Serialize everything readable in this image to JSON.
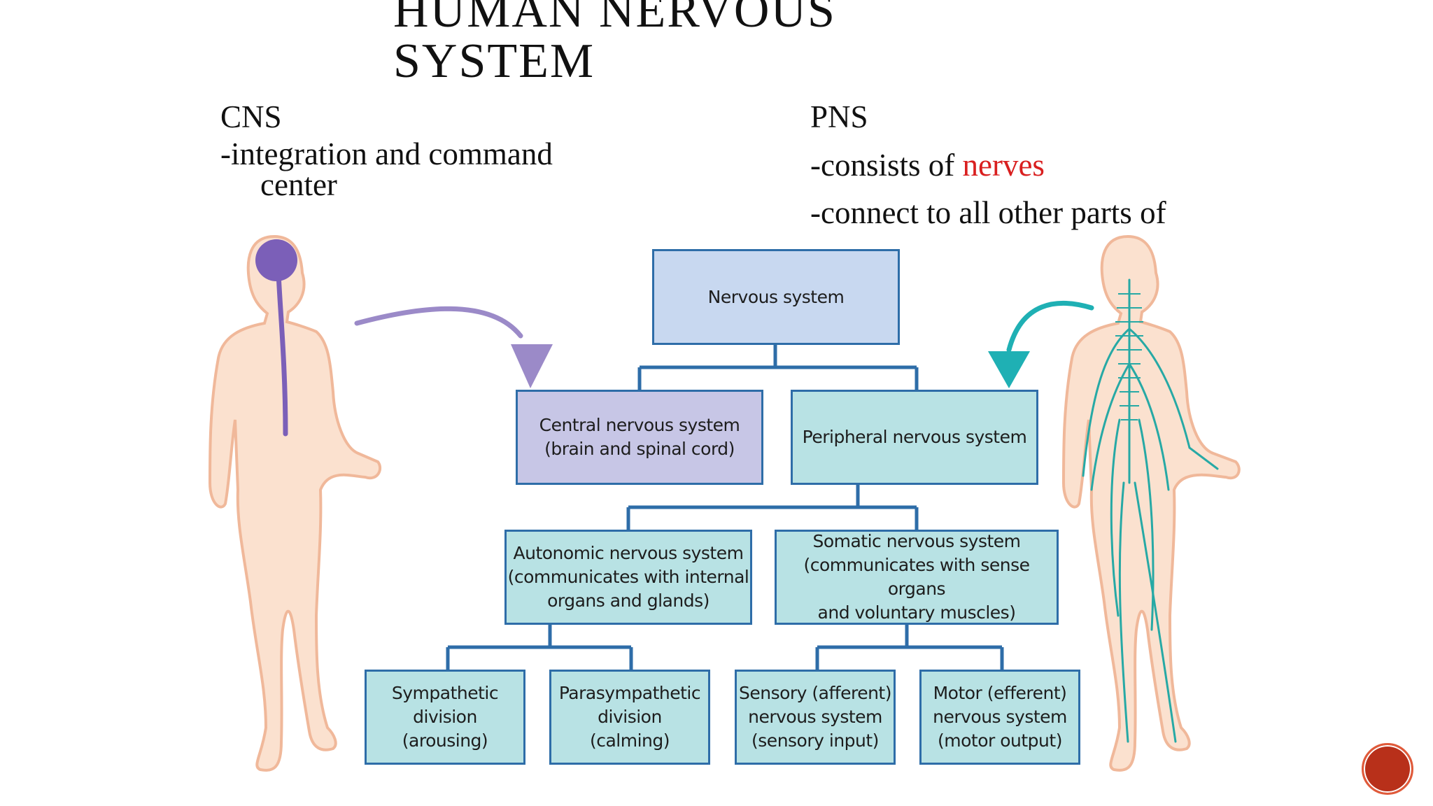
{
  "slide": {
    "title_line1": "Human Nervous",
    "title_line2": "System",
    "left": {
      "heading": "CNS",
      "bullet_line1": "-integration and command",
      "bullet_line2": "center"
    },
    "right": {
      "heading": "PNS",
      "bullet1_prefix": "-consists of ",
      "bullet1_highlight": "nerves",
      "bullet2": "-connect to all other parts of"
    }
  },
  "diagram": {
    "nervous_system": "Nervous system",
    "cns": "Central nervous system\n(brain and spinal cord)",
    "pns": "Peripheral nervous system",
    "autonomic": "Autonomic nervous system\n(communicates with internal\norgans and glands)",
    "somatic": "Somatic nervous system\n(communicates with sense organs\nand voluntary muscles)",
    "sympathetic": "Sympathetic\ndivision\n(arousing)",
    "parasympathetic": "Parasympathetic\ndivision\n(calming)",
    "sensory": "Sensory (afferent)\nnervous system\n(sensory input)",
    "motor": "Motor (efferent)\nnervous system\n(motor output)"
  },
  "colors": {
    "highlight": "#d91f1f",
    "box_border": "#2e6da8",
    "box_blue": "#c8d8f0",
    "box_purple": "#c7c6e6",
    "box_teal": "#b8e2e4",
    "cns_arrow": "#9b8ac8",
    "pns_arrow": "#1fb0b4",
    "body_skin": "#fbe1cf",
    "body_outline": "#f0b89a",
    "brain": "#7b5fb8",
    "nerves": "#27a9a5"
  },
  "icons": {
    "cns_body": "human-figure-brain-spinal-cord",
    "pns_body": "human-figure-nerves",
    "nav": "slide-nav-button"
  }
}
